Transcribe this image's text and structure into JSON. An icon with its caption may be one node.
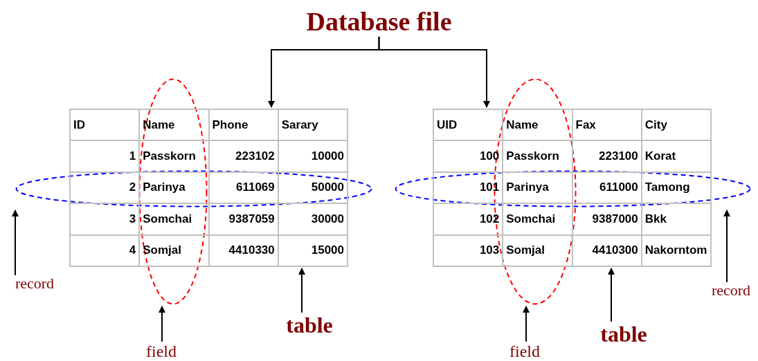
{
  "diagram": {
    "nodes": [
      {
        "text": [
          "Database file"
        ]
      },
      {
        "text": [],
        "shape": "box"
      },
      {
        "text": [],
        "shape": "ellipse"
      },
      {
        "text": [],
        "shape": "ellipse"
      },
      {
        "text": [
          "record"
        ]
      },
      {
        "text": [
          "field"
        ]
      },
      {
        "text": [
          "table"
        ]
      },
      {
        "text": [],
        "shape": "box"
      },
      {
        "text": [],
        "shape": "ellipse"
      },
      {
        "text": [],
        "shape": "ellipse"
      },
      {
        "text": [
          "field"
        ]
      },
      {
        "text": [
          "table"
        ]
      },
      {
        "text": [
          "record"
        ]
      }
    ],
    "edges": [
      {
        "from": 0,
        "to": 1,
        "arrow": "to"
      },
      {
        "from": 0,
        "to": 7,
        "arrow": "to"
      },
      {
        "from": 4,
        "to": 3,
        "arrow": "to"
      },
      {
        "from": 5,
        "to": 2,
        "arrow": "to"
      },
      {
        "from": 6,
        "to": 1,
        "arrow": "to"
      },
      {
        "from": 10,
        "to": 8,
        "arrow": "to"
      },
      {
        "from": 11,
        "to": 7,
        "arrow": "to"
      },
      {
        "from": 12,
        "to": 9,
        "arrow": "to"
      }
    ],
    "labels": [
      "ID",
      "Name",
      "Phone",
      "Sarary",
      "1",
      "Passkorn",
      "223102",
      "10000",
      "2",
      "Parinya",
      "611069",
      "50000",
      "3",
      "Somchai",
      "9387059",
      "30000",
      "4",
      "Somjal",
      "4410330",
      "15000",
      "UID",
      "Name",
      "Fax",
      "City",
      "100",
      "Passkorn",
      "223100",
      "Korat",
      "101",
      "Parinya",
      "611000",
      "Tamong",
      "102",
      "Somchai",
      "9387000",
      "Bkk",
      "103",
      "Somjal",
      "4410300",
      "Nakorntom"
    ]
  }
}
